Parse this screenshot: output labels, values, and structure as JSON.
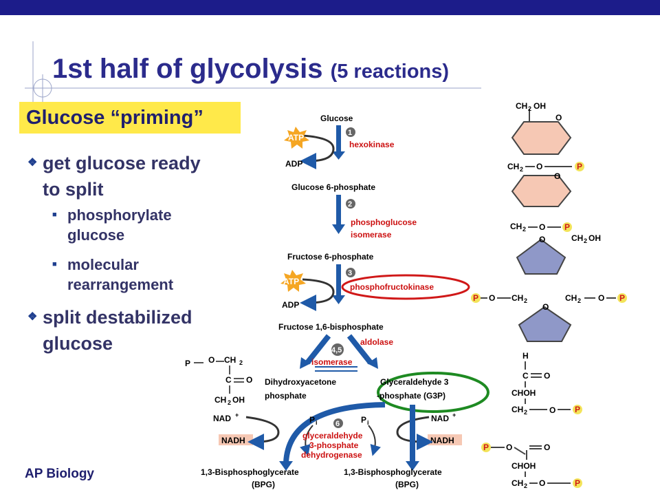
{
  "slide": {
    "title_main": "1st half of glycolysis",
    "title_sub": "(5 reactions)",
    "subtitle": "Glucose “priming”",
    "footer": "AP Biology",
    "bullets": [
      {
        "line1": "get glucose ready",
        "line2": "to split"
      },
      {
        "line1": "phosphorylate",
        "line2": "glucose"
      },
      {
        "line1": "molecular",
        "line2": "rearrangement"
      },
      {
        "line1": "split destabilized",
        "line2": "glucose"
      }
    ]
  },
  "diagram": {
    "metabolites": {
      "glucose": "Glucose",
      "g6p": "Glucose 6-phosphate",
      "f6p": "Fructose 6-phosphate",
      "f16bp": "Fructose 1,6-bisphosphate",
      "dhap_1": "Dihydroxyacetone",
      "dhap_2": "phosphate",
      "g3p_1": "Glyceraldehyde 3",
      "g3p_2": "-phosphate (G3P)",
      "bpg_1": "1,3-Bisphosphoglycerate",
      "bpg_2": "(BPG)"
    },
    "cofactors": {
      "atp": "ATP",
      "adp": "ADP",
      "nad": "NAD",
      "nad_sup": "+",
      "nadh": "NADH",
      "p": "P",
      "pi_sub": "i"
    },
    "steps": {
      "s1": "1",
      "s2": "2",
      "s3": "3",
      "s45": "4,5",
      "s6": "6"
    },
    "enzymes": {
      "hexokinase": "hexokinase",
      "pgi_1": "phosphoglucose",
      "pgi_2": "isomerase",
      "pfk": "phosphofructokinase",
      "aldolase": "aldolase",
      "isomerase": "isomerase",
      "gapdh_1": "glyceraldehyde",
      "gapdh_2": "3-phosphate",
      "gapdh_3": "dehydrogenase"
    },
    "structure_labels": {
      "ch2oh_ch": "CH",
      "ch2oh_oh": "OH",
      "ch2": "CH",
      "two": "2",
      "o": "O",
      "p": "P",
      "h": "H",
      "c": "C",
      "choh": "CHOH"
    }
  },
  "colors": {
    "title": "#2b2b8c",
    "topbar": "#1c1c8a",
    "highlight": "#ffe94a",
    "enzyme": "#cc1111",
    "arrow": "#1f5aa8",
    "atp_star": "#f5a623",
    "phosphate": "#f3e45a",
    "glucose_ring": "#f6c8b4",
    "fructose_ring": "#8f98c8",
    "pfk_oval": "#d01818",
    "g3p_oval": "#1e8a22",
    "nadh_box": "#f6c8b4"
  }
}
